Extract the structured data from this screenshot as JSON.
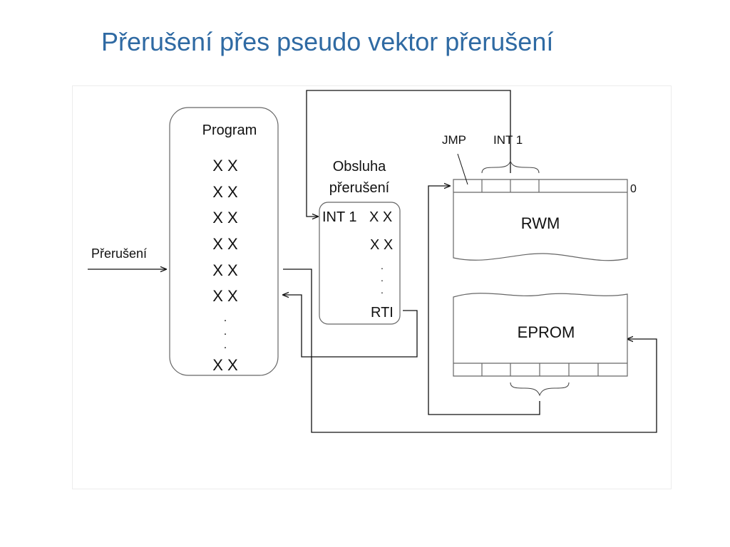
{
  "title": "Přerušení přes pseudo vektor přerušení",
  "program": {
    "label": "Program",
    "rows": [
      "X X",
      "X X",
      "X X",
      "X X",
      "X X",
      "X X"
    ],
    "dots": ".",
    "last_row": "X X"
  },
  "interrupt_input": {
    "label": "Přerušení"
  },
  "handler": {
    "label_line1": "Obsluha",
    "label_line2": "přerušení",
    "entry_label": "INT 1",
    "entry_value": "X X",
    "row2": "X X",
    "dots": ".",
    "return_label": "RTI"
  },
  "rwm": {
    "label": "RWM",
    "jmp_label": "JMP",
    "int1_label": "INT 1",
    "address_label": "0"
  },
  "eprom": {
    "label": "EPROM"
  }
}
